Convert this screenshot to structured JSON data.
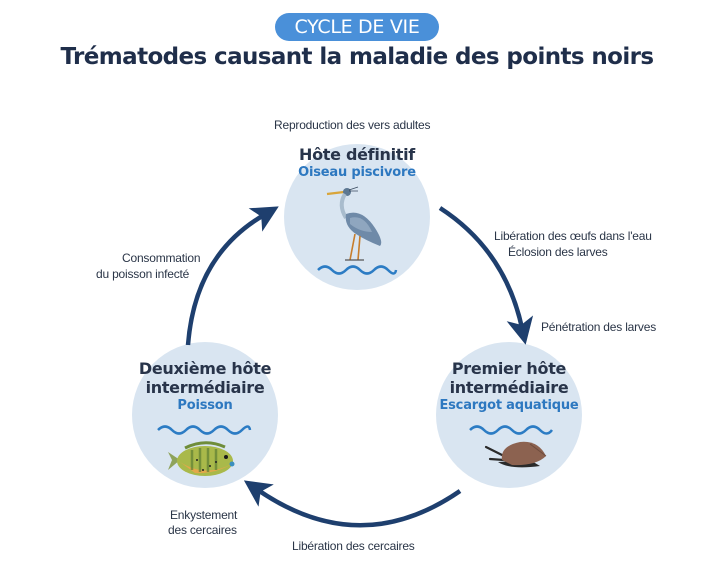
{
  "header": {
    "badge": "CYCLE DE VIE",
    "title": "Trématodes causant la maladie des points noirs"
  },
  "colors": {
    "badge_bg": "#4a90d9",
    "title": "#1f2e4a",
    "circle_bg": "#d9e5f1",
    "arrow": "#1e3f6e",
    "species_text": "#2d78c0",
    "water": "#2c7cc4"
  },
  "hosts": {
    "definitive": {
      "name": "Hôte définitif",
      "species": "Oiseau piscivore",
      "icon": "heron-icon"
    },
    "first_intermediate": {
      "name_line1": "Premier hôte",
      "name_line2": "intermédiaire",
      "species": "Escargot aquatique",
      "icon": "snail-icon"
    },
    "second_intermediate": {
      "name_line1": "Deuxième hôte",
      "name_line2": "intermédiaire",
      "species": "Poisson",
      "icon": "fish-icon"
    }
  },
  "steps": {
    "reproduction": "Reproduction des vers adultes",
    "egg_release_line1": "Libération des œufs dans l'eau",
    "egg_release_line2": "Éclosion des larves",
    "penetration": "Pénétration des larves",
    "cercariae_release": "Libération des cercaires",
    "encystment_line1": "Enkystement",
    "encystment_line2": "des cercaires",
    "consumption_line1": "Consommation",
    "consumption_line2": "du poisson infecté"
  }
}
